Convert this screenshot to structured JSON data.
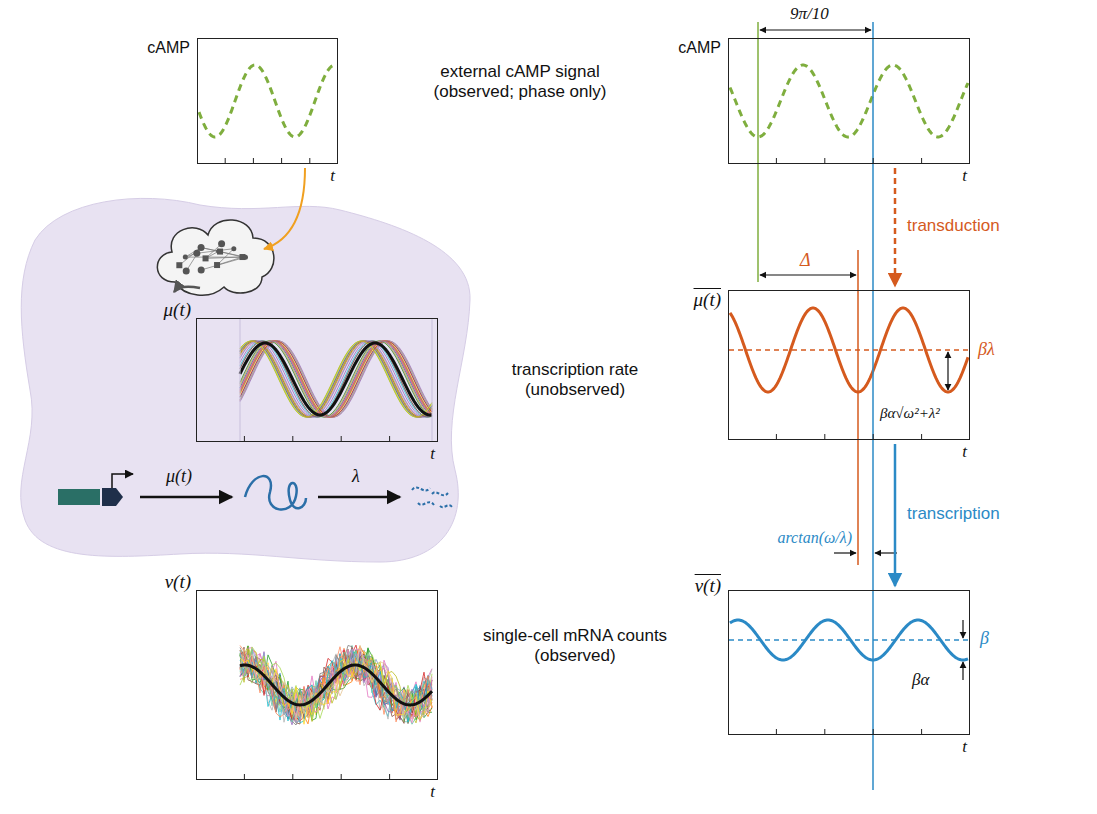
{
  "diagram": {
    "nodes": [
      {
        "text": [
          "cAMP",
          "t"
        ]
      },
      {
        "text": [
          "μ(t)",
          "t"
        ]
      },
      {
        "text": [
          "ν(t)",
          "t"
        ]
      },
      {
        "text": [
          "cAMP",
          "t"
        ]
      },
      {
        "text": [
          "μ(t)",
          "t"
        ]
      },
      {
        "text": [
          "ν(t)",
          "t"
        ]
      }
    ],
    "edges": [
      {
        "from": 3,
        "to": 4,
        "arrow": "to",
        "label": "transduction"
      },
      {
        "from": 4,
        "to": 5,
        "arrow": "to",
        "label": "transcription"
      }
    ],
    "labels": [
      "external cAMP signal (observed; phase only)",
      "transcription rate (unobserved)",
      "single-cell mRNA counts (observed)",
      "9π/10",
      "Δ",
      "arctan(ω/λ)",
      "βλ",
      "βα√ω²+λ²",
      "β",
      "βα",
      "μ(t)",
      "λ"
    ]
  }
}
